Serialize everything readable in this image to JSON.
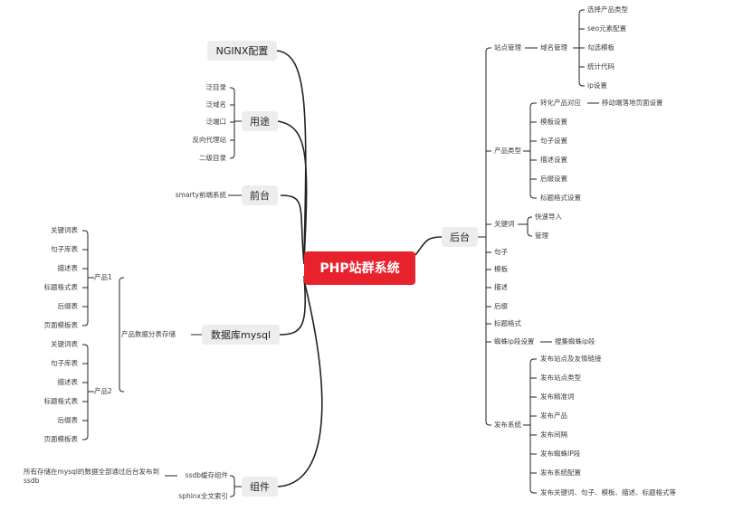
{
  "colors": {
    "root_fill": "#e8222d",
    "main_fill": "#ededed",
    "line": "#222222"
  },
  "root": "PHP站群系统",
  "left": {
    "nginx": "NGINX配置",
    "usage": {
      "label": "用途",
      "items": [
        "泛目录",
        "泛域名",
        "泛端口",
        "反向代理站",
        "二级目录"
      ]
    },
    "frontend": {
      "label": "前台",
      "items": [
        "smarty前端系统"
      ]
    },
    "database": {
      "label": "数据库mysql",
      "branch": "产品数据分表存储",
      "products": [
        {
          "label": "产品1",
          "items": [
            "关键词表",
            "句子库表",
            "描述表",
            "标题格式表",
            "后缀表",
            "页面模板表"
          ]
        },
        {
          "label": "产品2",
          "items": [
            "关键词表",
            "句子库表",
            "描述表",
            "标题格式表",
            "后缀表",
            "页面模板表"
          ]
        }
      ]
    },
    "component": {
      "label": "组件",
      "ssdb": "ssdb缓存组件",
      "ssdb_note": "所有存储在mysql的数据全部通过后台发布到ssdb",
      "sphinx": "sphinx全文索引"
    }
  },
  "right": {
    "label": "后台",
    "site_mgmt": {
      "label": "站点管理",
      "domain_mgmt": "域名管理",
      "items": [
        "选择产品类型",
        "seo元素配置",
        "勾选模板",
        "统计代码",
        "ip设置"
      ]
    },
    "product_type": {
      "label": "产品类型",
      "first": "转化产品对应",
      "first_sub": "移动端落地页面设置",
      "items": [
        "模板设置",
        "句子设置",
        "描述设置",
        "后缀设置",
        "标题格式设置"
      ]
    },
    "keyword": {
      "label": "关键词",
      "items": [
        "快速导入",
        "管理"
      ]
    },
    "simple": [
      "句子",
      "模板",
      "描述",
      "后缀",
      "标题格式"
    ],
    "spider": {
      "label": "蜘蛛ip段设置",
      "item": "搜集蜘蛛ip段"
    },
    "publish": {
      "label": "发布系统",
      "items": [
        "发布站点及友情链接",
        "发布站点类型",
        "发布精准词",
        "发布产品",
        "发布间隔",
        "发布蜘蛛IP段",
        "发布系统配置",
        "发布关键词、句子、模板、描述、标题格式等"
      ]
    }
  }
}
